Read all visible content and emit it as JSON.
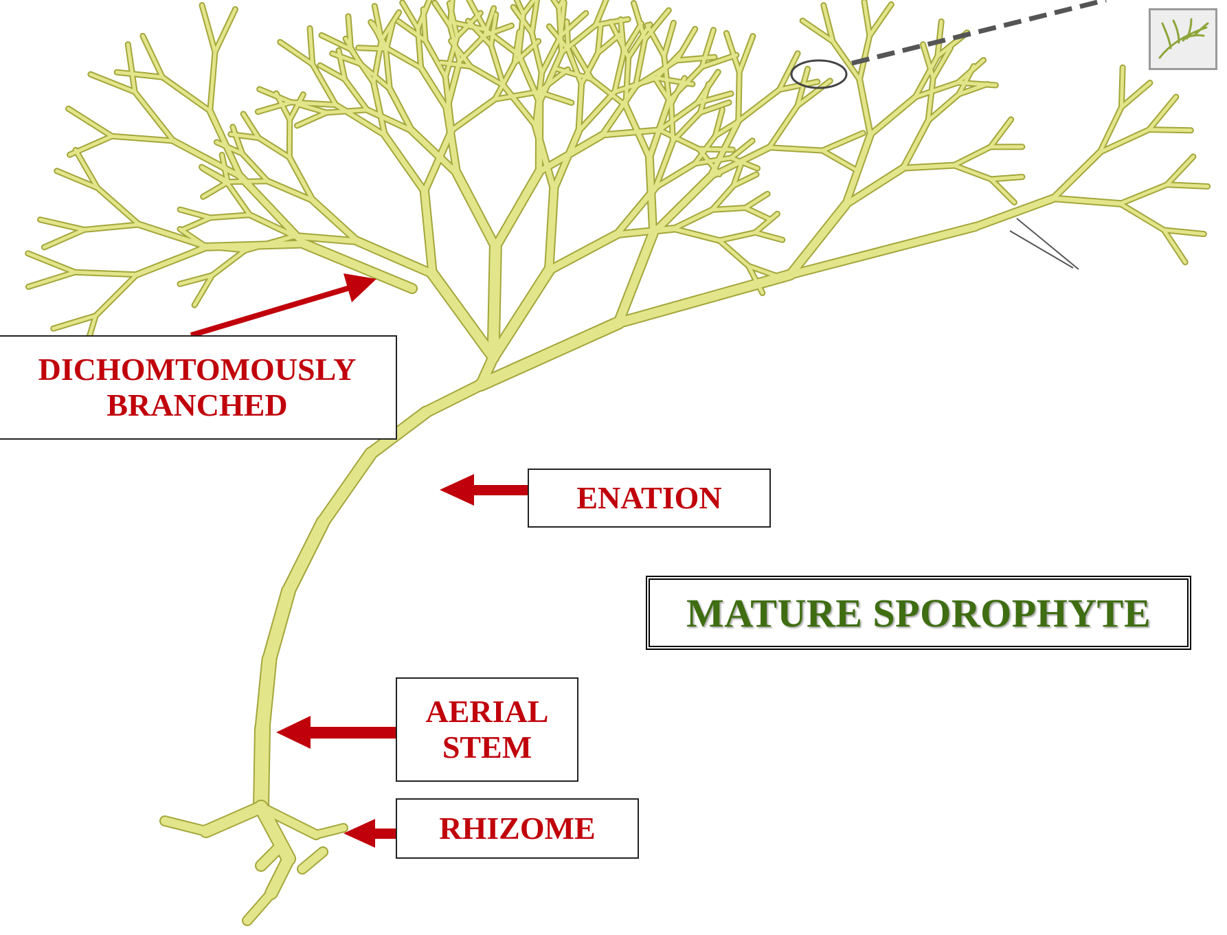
{
  "labels": {
    "dichotomous_line1": "DICHOMTOMOUSLY",
    "dichotomous_line2": "BRANCHED",
    "enation": "ENATION",
    "aerial_line1": "AERIAL",
    "aerial_line2": "STEM",
    "rhizome": "RHIZOME"
  },
  "title": "MATURE SPOROPHYTE",
  "colors": {
    "label_text": "#c0000b",
    "arrow": "#c0000b",
    "title_text": "#3f6d12",
    "plant_fill": "#e2e58a",
    "plant_outline": "#a3a63a"
  },
  "thumbnail_icon": "sporophyte-thumbnail-icon"
}
